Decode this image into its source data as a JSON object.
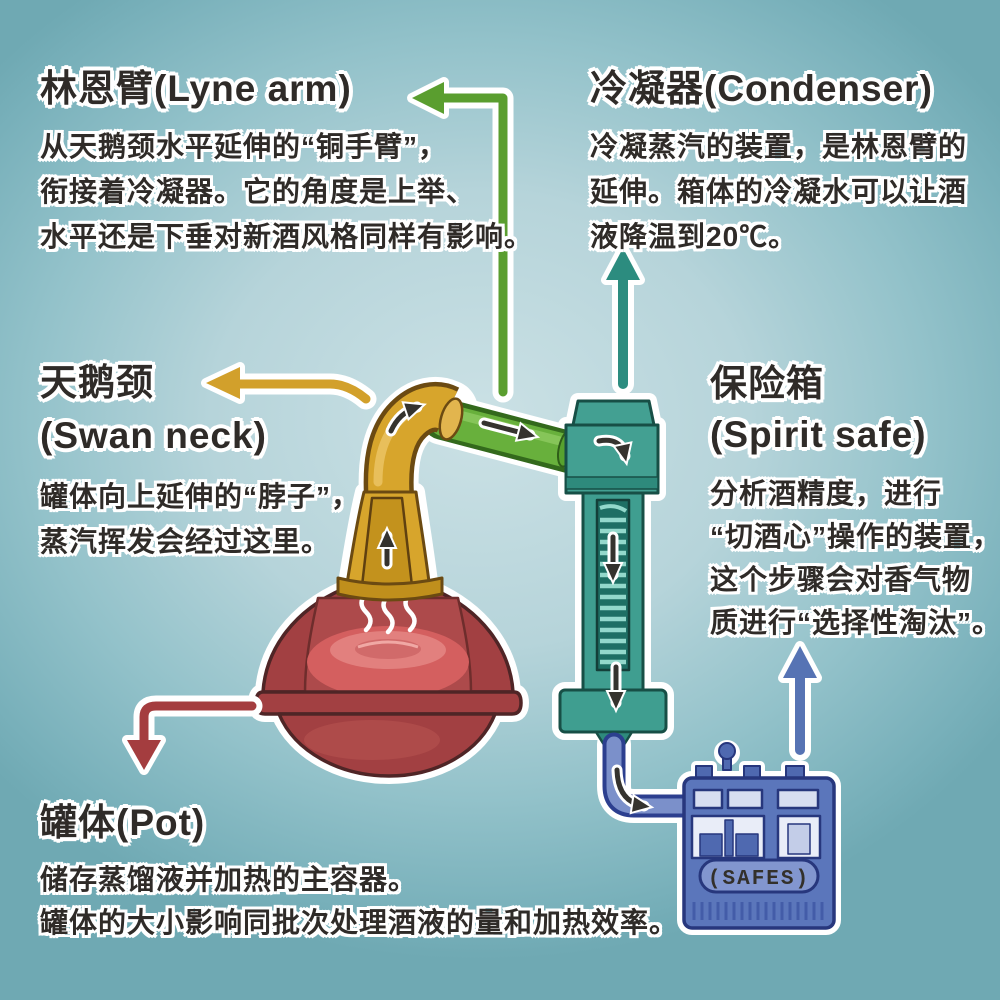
{
  "palette": {
    "background_center": "#cbe1e5",
    "background_edge": "#6fa9b3",
    "text": "#2f2b28",
    "lyne_arm_green": "#5a9e2f",
    "condenser_teal": "#2c8c7f",
    "swan_neck_gold": "#d2a02b",
    "pot_red": "#a43d3f",
    "spirit_safe_blue": "#5673b4",
    "flow_arrow_black": "#35332e"
  },
  "blocks": {
    "lyne_arm": {
      "title": "林恩臂(Lyne arm)",
      "lines": [
        "从天鹅颈水平延伸的“铜手臂”，",
        "衔接着冷凝器。它的角度是上举、",
        "水平还是下垂对新酒风格同样有影响。"
      ]
    },
    "condenser": {
      "title": "冷凝器(Condenser)",
      "lines": [
        "冷凝蒸汽的装置，是林恩臂的",
        "延伸。箱体的冷凝水可以让酒",
        "液降温到20℃。"
      ]
    },
    "swan_neck": {
      "title_zh": "天鹅颈",
      "title_en": "(Swan neck)",
      "lines": [
        "罐体向上延伸的“脖子”，",
        "蒸汽挥发会经过这里。"
      ]
    },
    "spirit_safe": {
      "title_zh": "保险箱",
      "title_en": "(Spirit safe)",
      "lines": [
        "分析酒精度，进行",
        "“切酒心”操作的装置，",
        "这个步骤会对香气物",
        "质进行“选择性淘汰”。"
      ]
    },
    "pot": {
      "title": "罐体(Pot)",
      "lines": [
        "储存蒸馏液并加热的主容器。",
        "罐体的大小影响同批次处理酒液的量和加热效率。"
      ]
    }
  },
  "apparatus": {
    "safe_plate_label": "(SAFES)"
  }
}
